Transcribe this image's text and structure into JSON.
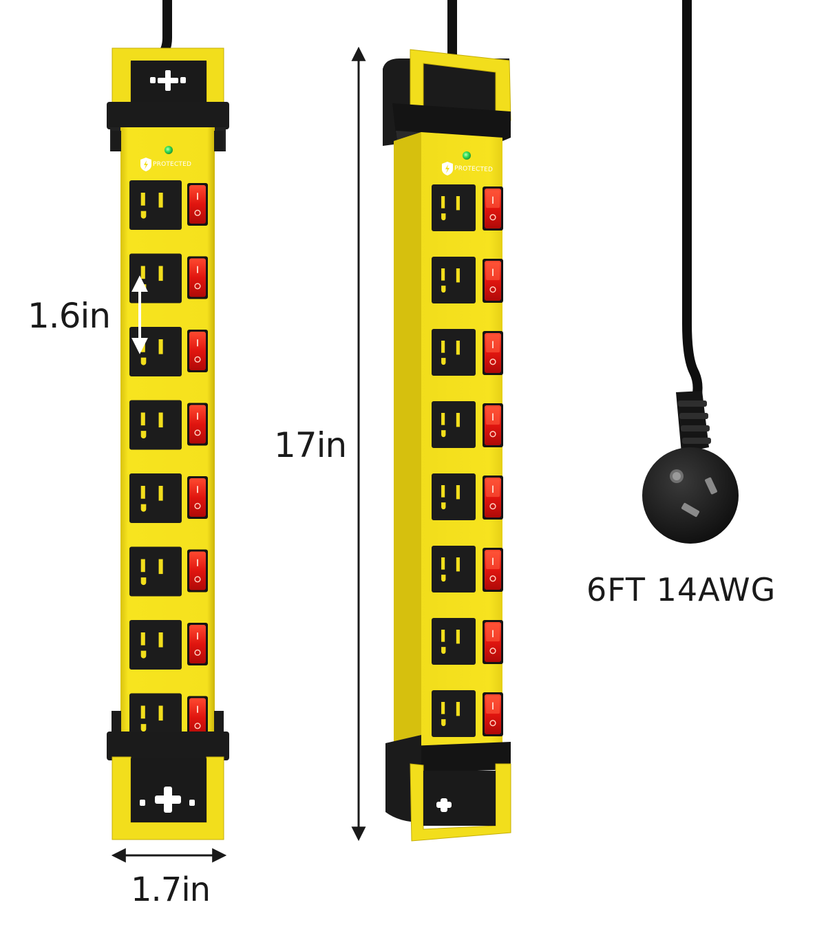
{
  "product": {
    "badge_text": "PROTECTED",
    "outlet_count": 8,
    "switch_count": 8,
    "indicator_color": "#39e15a",
    "body_color": "#f2de1c",
    "cap_color": "#1b1b1b",
    "switch_color": "#e5211a",
    "outlet_color": "#1c1c1c"
  },
  "dimensions": {
    "outlet_spacing": "1.6in",
    "length": "17in",
    "width": "1.7in",
    "cord": "6FT 14AWG"
  }
}
